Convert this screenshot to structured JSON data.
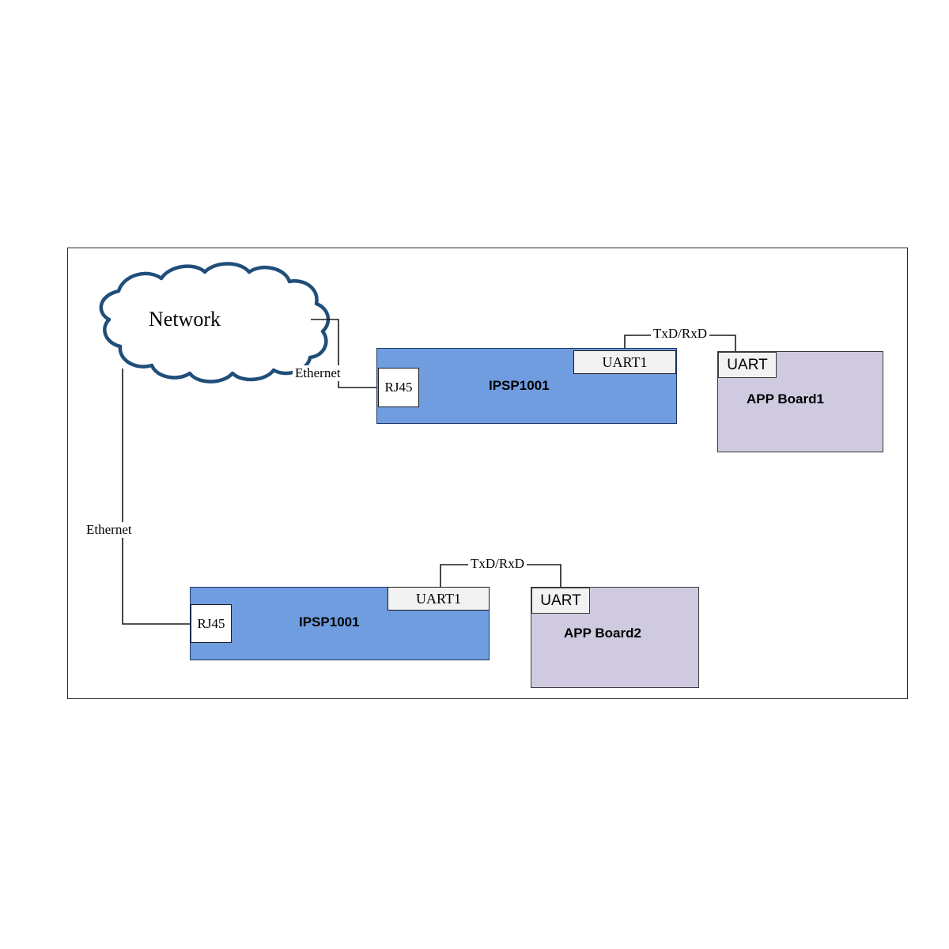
{
  "diagram": {
    "title": "IPSP1001 network-to-UART connection diagram",
    "colors": {
      "ipsp_fill": "#6f9de0",
      "ipsp_border": "#1f3864",
      "app_fill": "#d0cae0",
      "app_border": "#3a3a3a",
      "port_fill": "#f2f2f2",
      "rj45_fill": "#ffffff",
      "cloud_stroke": "#1f4e79",
      "frame_border": "#2b2b2b",
      "link_stroke": "#1a1a1a"
    },
    "cloud": {
      "label": "Network",
      "icon": "cloud-icon"
    },
    "links": [
      {
        "id": "ethernet-top",
        "label": "Ethernet"
      },
      {
        "id": "ethernet-bottom",
        "label": "Ethernet"
      },
      {
        "id": "serial-top",
        "label": "TxD/RxD"
      },
      {
        "id": "serial-bottom",
        "label": "TxD/RxD"
      }
    ],
    "nodes": [
      {
        "id": "ipsp-top",
        "type": "gateway",
        "title": "IPSP1001",
        "ports": [
          {
            "id": "rj45-top",
            "label": "RJ45"
          },
          {
            "id": "uart1-top",
            "label": "UART1"
          }
        ]
      },
      {
        "id": "app-board-1",
        "type": "application-board",
        "title": "APP Board1",
        "ports": [
          {
            "id": "uart-top",
            "label": "UART"
          }
        ]
      },
      {
        "id": "ipsp-bottom",
        "type": "gateway",
        "title": "IPSP1001",
        "ports": [
          {
            "id": "rj45-bottom",
            "label": "RJ45"
          },
          {
            "id": "uart1-bottom",
            "label": "UART1"
          }
        ]
      },
      {
        "id": "app-board-2",
        "type": "application-board",
        "title": "APP Board2",
        "ports": [
          {
            "id": "uart-bottom",
            "label": "UART"
          }
        ]
      }
    ]
  }
}
